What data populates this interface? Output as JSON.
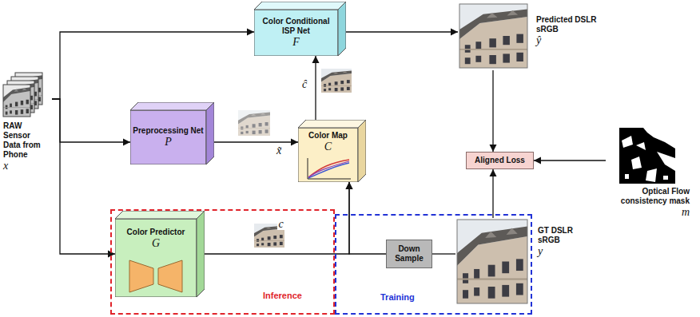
{
  "diagram": {
    "nodes": [
      {
        "text": [
          "RAW Sensor Data from Phone",
          "x"
        ]
      },
      {
        "text": [
          "Color Conditional ISP Net",
          "F"
        ]
      },
      {
        "text": [
          "Preprocessing Net",
          "P"
        ]
      },
      {
        "text": [
          "Color Map",
          "C"
        ]
      },
      {
        "text": [
          "Predicted DSLR sRGB",
          "ŷ"
        ]
      },
      {
        "text": [
          "Aligned Loss"
        ]
      },
      {
        "text": [
          "Optical Flow consistency mask",
          "m"
        ]
      },
      {
        "text": [
          "Inference"
        ]
      },
      {
        "text": [
          "Color Predictor",
          "G"
        ],
        "in": 7
      },
      {
        "text": [
          "Training"
        ]
      },
      {
        "text": [
          "Down Sample"
        ],
        "in": 9
      },
      {
        "text": [
          "GT DSLR sRGB",
          "y"
        ]
      }
    ],
    "edges": [
      {
        "from": 0,
        "to": 1,
        "arrow": "to"
      },
      {
        "from": 0,
        "to": 2,
        "arrow": "to"
      },
      {
        "from": 0,
        "to": 8,
        "arrow": "to"
      },
      {
        "from": 2,
        "to": 3,
        "label": "x̃",
        "arrow": "to"
      },
      {
        "from": 3,
        "to": 1,
        "label": "ĉ",
        "arrow": "to"
      },
      {
        "from": 1,
        "to": 4,
        "arrow": "to"
      },
      {
        "from": 8,
        "to": 3,
        "label": "c",
        "arrow": "to"
      },
      {
        "from": 11,
        "to": 10,
        "arrow": "none"
      },
      {
        "from": 10,
        "to": 3,
        "arrow": "to"
      },
      {
        "from": 4,
        "to": 5,
        "arrow": "to"
      },
      {
        "from": 11,
        "to": 5,
        "arrow": "to"
      },
      {
        "from": 6,
        "to": 5,
        "arrow": "to"
      }
    ]
  }
}
